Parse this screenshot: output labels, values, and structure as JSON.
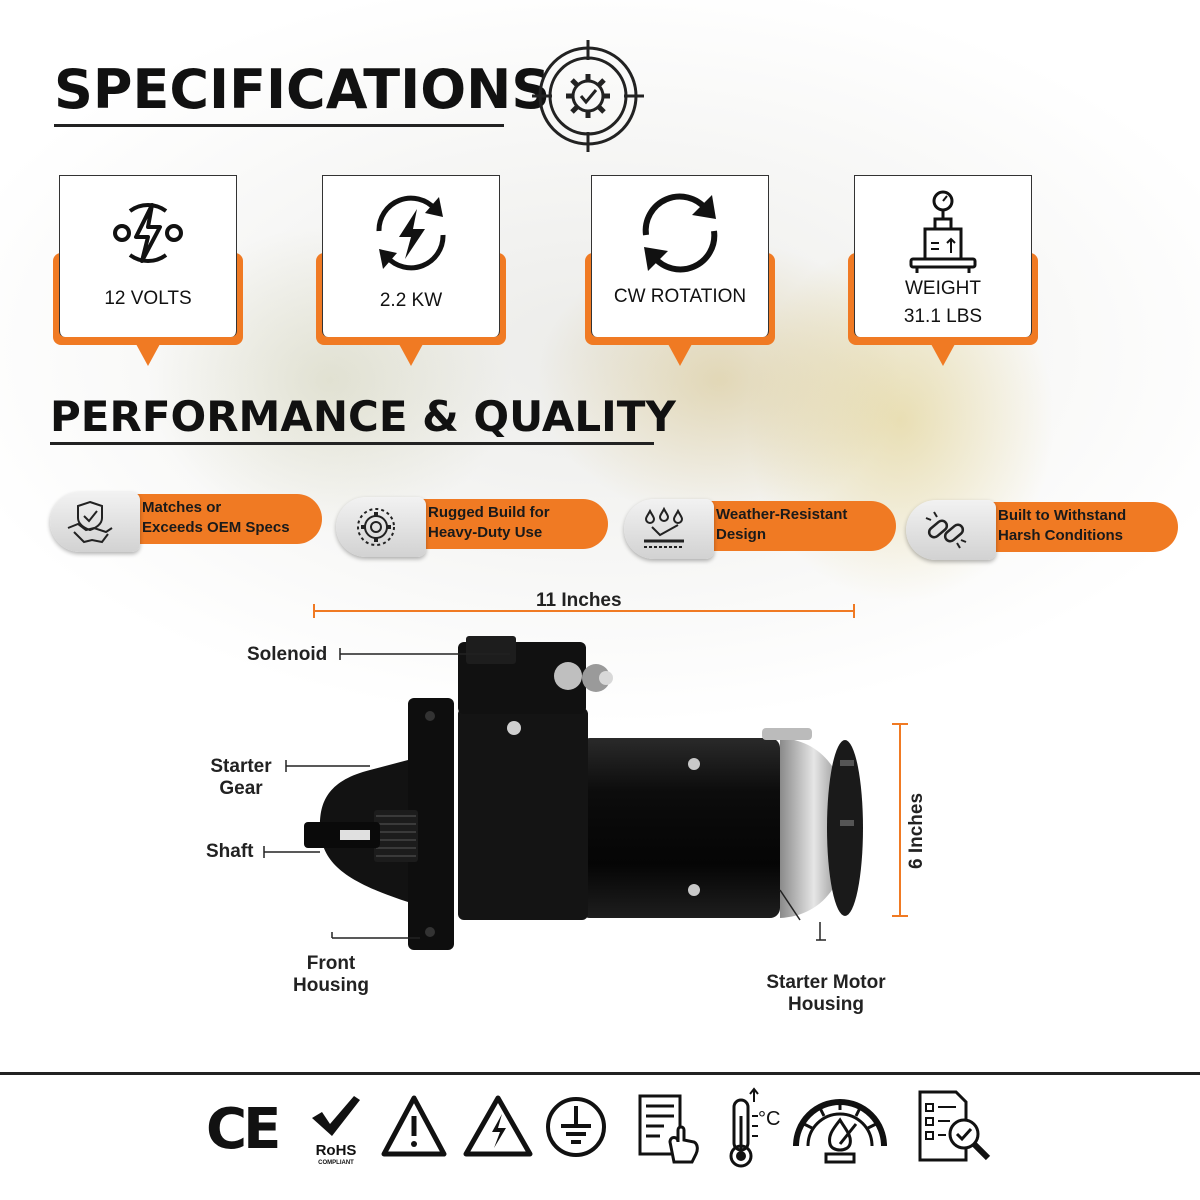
{
  "headings": {
    "specifications": "SPECIFICATIONS",
    "performance": "PERFORMANCE & QUALITY"
  },
  "specs": [
    {
      "icon": "voltage-bolt-icon",
      "line1": "12 VOLTS",
      "line2": ""
    },
    {
      "icon": "power-cycle-bolt-icon",
      "line1": "2.2 KW",
      "line2": ""
    },
    {
      "icon": "rotation-arrows-icon",
      "line1": "CW ROTATION",
      "line2": ""
    },
    {
      "icon": "weight-scale-icon",
      "line1": "WEIGHT",
      "line2": "31.1 LBS"
    }
  ],
  "features": [
    {
      "icon": "handshake-shield-icon",
      "line1": "Matches or",
      "line2": "Exceeds OEM Specs"
    },
    {
      "icon": "gear-cog-icon",
      "line1": "Rugged Build for",
      "line2": "Heavy-Duty Use"
    },
    {
      "icon": "water-drops-icon",
      "line1": "Weather-Resistant",
      "line2": "Design"
    },
    {
      "icon": "broken-chain-icon",
      "line1": "Built to Withstand",
      "line2": "Harsh Conditions"
    }
  ],
  "diagram": {
    "length_label": "11 Inches",
    "height_label": "6 Inches",
    "callouts": {
      "solenoid": "Solenoid",
      "starter_gear_1": "Starter",
      "starter_gear_2": "Gear",
      "shaft": "Shaft",
      "front_housing_1": "Front",
      "front_housing_2": "Housing",
      "motor_housing_1": "Starter Motor",
      "motor_housing_2": "Housing"
    }
  },
  "footer": {
    "ce": "CE",
    "rohs": "RoHS",
    "rohs_sub": "COMPLIANT",
    "celsius": "°C",
    "icons": [
      "ce-mark-icon",
      "rohs-check-icon",
      "warning-triangle-icon",
      "electrical-hazard-icon",
      "ground-symbol-icon",
      "manual-touch-icon",
      "thermometer-icon",
      "gauge-fire-icon",
      "checklist-inspect-icon"
    ]
  },
  "colors": {
    "accent": "#f07a23",
    "dark": "#111111"
  }
}
